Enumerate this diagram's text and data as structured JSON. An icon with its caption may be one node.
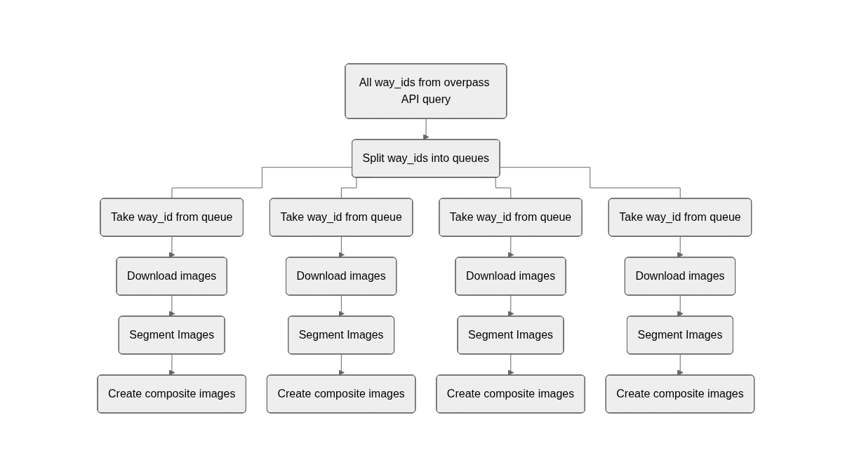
{
  "diagram": {
    "nodes": [
      {
        "text": [
          "All way_ids from overpass API query"
        ]
      },
      {
        "text": [
          "Split way_ids into queues"
        ]
      },
      {
        "text": [
          "Take way_id from queue"
        ]
      },
      {
        "text": [
          "Take way_id from queue"
        ]
      },
      {
        "text": [
          "Take way_id from queue"
        ]
      },
      {
        "text": [
          "Take way_id from queue"
        ]
      },
      {
        "text": [
          "Download images"
        ]
      },
      {
        "text": [
          "Download images"
        ]
      },
      {
        "text": [
          "Download images"
        ]
      },
      {
        "text": [
          "Download images"
        ]
      },
      {
        "text": [
          "Segment Images"
        ]
      },
      {
        "text": [
          "Segment Images"
        ]
      },
      {
        "text": [
          "Segment Images"
        ]
      },
      {
        "text": [
          "Segment Images"
        ]
      },
      {
        "text": [
          "Create composite images"
        ]
      },
      {
        "text": [
          "Create composite images"
        ]
      },
      {
        "text": [
          "Create composite images"
        ]
      },
      {
        "text": [
          "Create composite images"
        ]
      }
    ],
    "edges": [
      {
        "from": 0,
        "to": 1,
        "arrow": "to"
      },
      {
        "from": 1,
        "to": 2,
        "arrow": "none"
      },
      {
        "from": 1,
        "to": 3,
        "arrow": "none"
      },
      {
        "from": 1,
        "to": 4,
        "arrow": "none"
      },
      {
        "from": 1,
        "to": 5,
        "arrow": "none"
      },
      {
        "from": 2,
        "to": 6,
        "arrow": "to"
      },
      {
        "from": 6,
        "to": 10,
        "arrow": "to"
      },
      {
        "from": 10,
        "to": 14,
        "arrow": "to"
      },
      {
        "from": 3,
        "to": 7,
        "arrow": "to"
      },
      {
        "from": 7,
        "to": 11,
        "arrow": "to"
      },
      {
        "from": 11,
        "to": 15,
        "arrow": "to"
      },
      {
        "from": 4,
        "to": 8,
        "arrow": "to"
      },
      {
        "from": 8,
        "to": 12,
        "arrow": "to"
      },
      {
        "from": 12,
        "to": 16,
        "arrow": "to"
      },
      {
        "from": 5,
        "to": 9,
        "arrow": "to"
      },
      {
        "from": 9,
        "to": 13,
        "arrow": "to"
      },
      {
        "from": 13,
        "to": 17,
        "arrow": "to"
      }
    ]
  }
}
